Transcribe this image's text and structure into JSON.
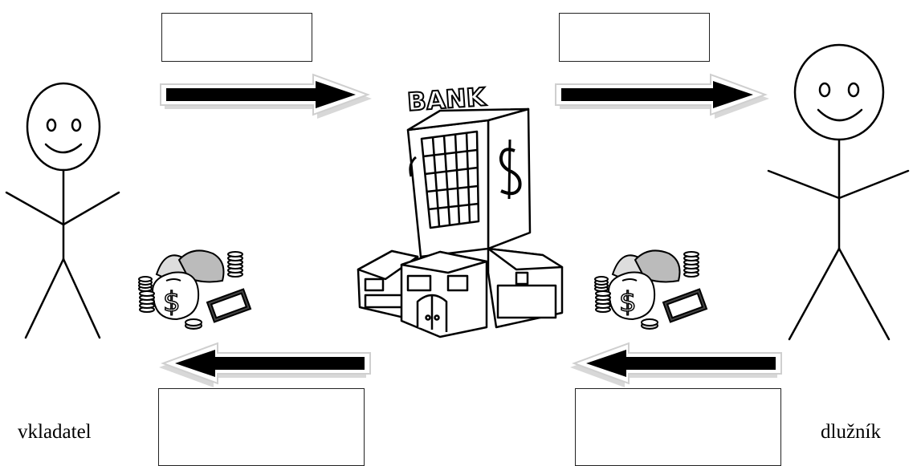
{
  "diagram": {
    "labels": {
      "left_person": "vkladatel",
      "right_person": "dlužník",
      "bank_sign": "BANK"
    },
    "answer_boxes": [
      {
        "id": "top-left",
        "value": ""
      },
      {
        "id": "top-right",
        "value": ""
      },
      {
        "id": "bottom-left",
        "value": ""
      },
      {
        "id": "bottom-right",
        "value": ""
      }
    ],
    "arrows": [
      {
        "id": "depositor-to-bank",
        "direction": "right"
      },
      {
        "id": "bank-to-borrower",
        "direction": "right"
      },
      {
        "id": "bank-to-depositor",
        "direction": "left"
      },
      {
        "id": "borrower-to-bank",
        "direction": "left"
      }
    ],
    "icons": [
      "stick-figure-icon",
      "bank-building-icon",
      "money-bag-icon"
    ]
  }
}
